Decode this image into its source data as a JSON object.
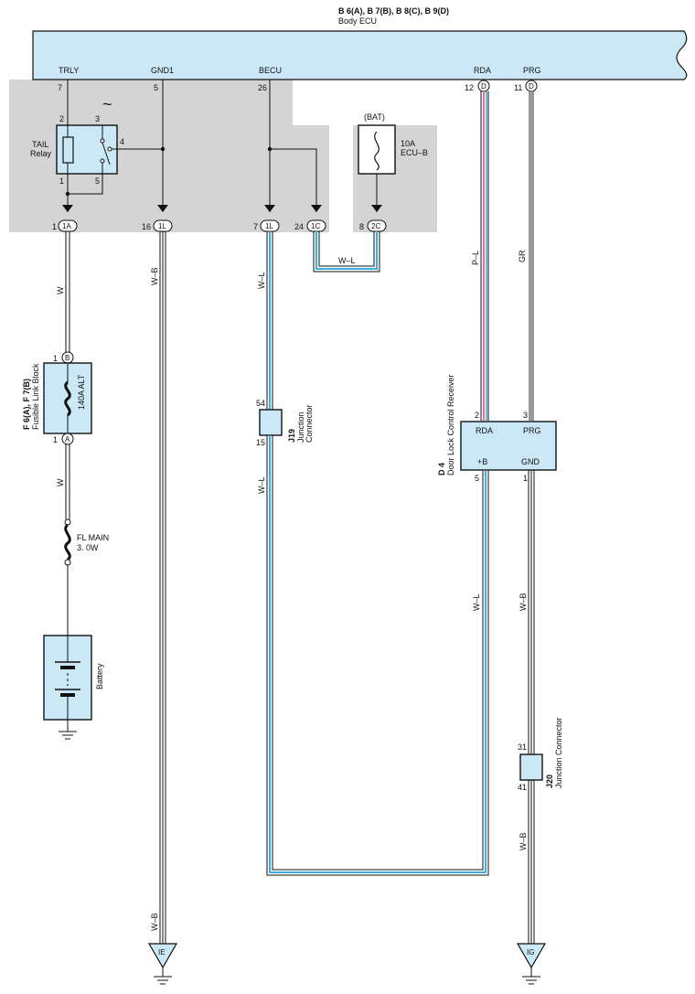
{
  "ecu": {
    "connectors": "B 6(A), B 7(B), B 8(C), B 9(D)",
    "name": "Body ECU",
    "terminals": {
      "trly": {
        "name": "TRLY",
        "pin": "7"
      },
      "gnd1": {
        "name": "GND1",
        "pin": "5"
      },
      "becu": {
        "name": "BECU",
        "pin": "26"
      },
      "rda": {
        "name": "RDA",
        "pin": "12",
        "conn": "D"
      },
      "prg": {
        "name": "PRG",
        "pin": "11",
        "conn": "D"
      }
    }
  },
  "relay": {
    "name_line1": "TAIL",
    "name_line2": "Relay",
    "pin2": "2",
    "pin3": "3",
    "pin4": "4",
    "pin1": "1",
    "pin5": "5",
    "tilde": "~"
  },
  "fuse_ecub": {
    "bat": "(BAT)",
    "rating": "10A",
    "name": "ECU–B"
  },
  "junction_block": {
    "c1A": {
      "pin": "1",
      "label": "1A"
    },
    "c1L_a": {
      "pin": "16",
      "label": "1L"
    },
    "c1L_b": {
      "pin": "7",
      "label": "1L"
    },
    "c1C": {
      "pin": "24",
      "label": "1C"
    },
    "c2C": {
      "pin": "8",
      "label": "2C"
    }
  },
  "wires": {
    "w1": "W",
    "wb1": "W–B",
    "wl1": "W–L",
    "wl_loop": "W–L",
    "pl": "P–L",
    "gr": "GR",
    "w2": "W",
    "wl2": "W–L",
    "wl3": "W–L",
    "wb2": "W–B",
    "wb3": "W–B",
    "wb4": "W–B"
  },
  "fusible_link": {
    "conn": "F 6(A), F 7(B)",
    "name": "Fusible Link Block",
    "rating": "140A ALT",
    "pinB_num": "1",
    "pinB": "B",
    "pinA_num": "1",
    "pinA": "A"
  },
  "fl_main": {
    "name": "FL MAIN",
    "rating": "3. 0W"
  },
  "battery": {
    "name": "Battery"
  },
  "j19": {
    "id": "J19",
    "name_line1": "Junction",
    "name_line2": "Connector",
    "pin_top": "54",
    "pin_bottom": "15"
  },
  "receiver": {
    "id": "D 4",
    "name": "Door Lock Control Receiver",
    "pin_rda": "2",
    "rda": "RDA",
    "pin_prg": "3",
    "prg": "PRG",
    "plusb": "+B",
    "pin_plusb": "5",
    "gnd": "GND",
    "pin_gnd": "1"
  },
  "j20": {
    "id": "J20",
    "name": "Junction Connector",
    "pin_top": "31",
    "pin_bottom": "41"
  },
  "grounds": {
    "ie": "IE",
    "ig": "IG"
  },
  "colors": {
    "component_fill": "#cbe8f6",
    "block_fill": "#d4d4d4",
    "wire_blue": "#3aaedc",
    "wire_pink": "#e66fa8",
    "wire_gray": "#9a9a9a"
  }
}
